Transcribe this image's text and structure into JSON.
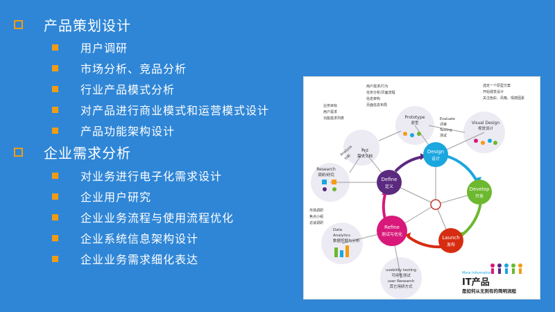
{
  "sections": [
    {
      "title": "产品策划设计",
      "items": [
        "用户调研",
        "市场分析、竞品分析",
        "行业产品模式分析",
        "对产品进行商业模式和运营模式设计",
        "产品功能架构设计"
      ]
    },
    {
      "title": "企业需求分析",
      "items": [
        "对业务进行电子化需求设计",
        "企业用户研究",
        "企业业务流程与使用流程优化",
        "企业系统信息架构设计",
        "企业业务需求细化表达"
      ]
    }
  ],
  "diagram": {
    "cycle": {
      "design": [
        "Design",
        "设计"
      ],
      "develop": [
        "Develop",
        "开发"
      ],
      "launch": [
        "Launch",
        "发布"
      ],
      "refine": [
        "Refine",
        "测试与优化"
      ],
      "define": [
        "Define",
        "定义"
      ]
    },
    "nodes": {
      "prd": [
        "Prd",
        "需求文档"
      ],
      "prototype": [
        "Prototype",
        "原型"
      ],
      "visual": [
        "Visual Design",
        "视觉设计"
      ],
      "research": [
        "Research",
        "调研/研究"
      ],
      "data": [
        "Data",
        "Analytics",
        "数据挖掘与分析"
      ],
      "usability": [
        "usebility testing",
        "可用性测试",
        "user Research",
        "其它用研方式"
      ]
    },
    "notes": {
      "prd": [
        "业务目标",
        "用户需求",
        "功能需求列表"
      ],
      "prototype": [
        "用户需求/行为",
        "任务分析/页面流程",
        "信息架构",
        "页面信息布局"
      ],
      "visual": [
        "选定一个原型方案",
        "开始视觉设计",
        "关注色彩、风格、情感因素"
      ],
      "research": [
        "市场调研",
        "焦点小组",
        "访谈调研"
      ],
      "analysis": [
        "Analysis",
        "分析"
      ],
      "evaluate": [
        "Evaluate",
        "评审"
      ],
      "testing": [
        "Testing",
        "测试"
      ]
    },
    "caption": {
      "more": "More Information",
      "title": "IT产品",
      "subtitle": "是如何从无到有的简明流程"
    },
    "colors": {
      "design": "#1aa6df",
      "develop": "#6cb82e",
      "launch": "#d62d12",
      "refine": "#d8197a",
      "define": "#5b2a7f"
    }
  }
}
